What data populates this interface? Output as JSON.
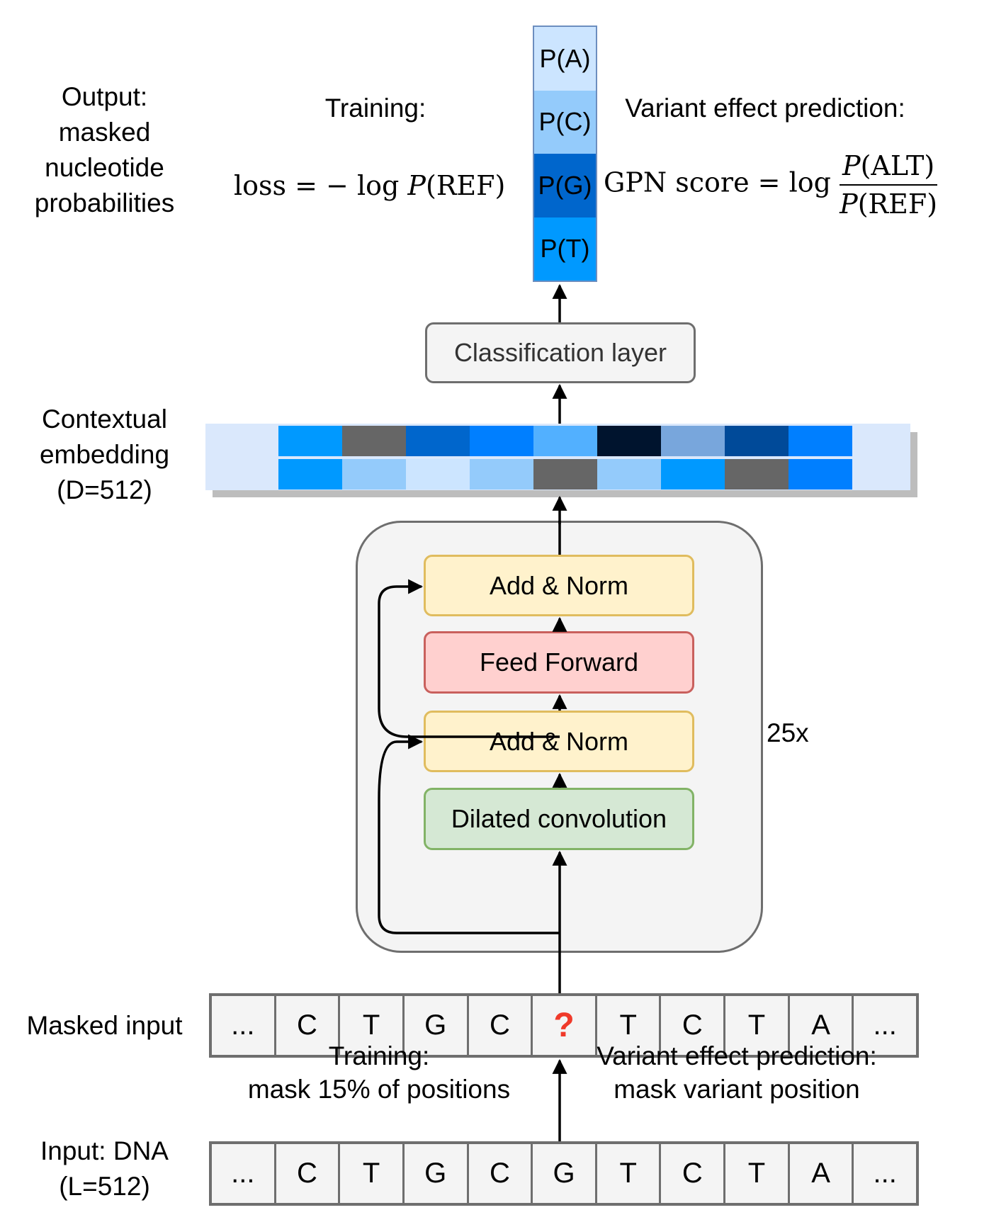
{
  "output_label": [
    "Output:",
    "masked",
    "nucleotide",
    "probabilities"
  ],
  "output_column": {
    "cells": [
      {
        "label": "P(A)",
        "color": "#cce5ff"
      },
      {
        "label": "P(C)",
        "color": "#94cbfb"
      },
      {
        "label": "P(G)",
        "color": "#0066cc"
      },
      {
        "label": "P(T)",
        "color": "#0099ff"
      }
    ]
  },
  "training_top": {
    "title": "Training:",
    "formula_lhs": "loss",
    "formula_rhs_log": "log",
    "formula_rhs_p": "P",
    "formula_rhs_arg": "(REF)"
  },
  "vep_top": {
    "title": "Variant effect prediction:",
    "formula_lhs": "GPN score",
    "formula_log": "log",
    "numerator_p": "P",
    "numerator_arg": "(ALT)",
    "denominator_p": "P",
    "denominator_arg": "(REF)"
  },
  "classification_layer": "Classification layer",
  "embedding_label": [
    "Contextual",
    "embedding",
    "(D=512)"
  ],
  "embedding": {
    "row1": [
      "#0099ff",
      "#666666",
      "#0066cc",
      "#007fff",
      "#52b0ff",
      "#00142e",
      "#78a6dc",
      "#004a99",
      "#007fff"
    ],
    "row2": [
      "#0099ff",
      "#94cbfb",
      "#cce5ff",
      "#94cbfb",
      "#666666",
      "#94cbfb",
      "#0099ff",
      "#666666",
      "#007fff"
    ]
  },
  "block": {
    "add_norm_top": "Add & Norm",
    "feed_forward": "Feed Forward",
    "add_norm_bottom": "Add & Norm",
    "dilated_conv": "Dilated convolution",
    "repeat": "25x"
  },
  "masked_input_label": "Masked input",
  "masked_input": [
    "...",
    "C",
    "T",
    "G",
    "C",
    "?",
    "T",
    "C",
    "T",
    "A",
    "..."
  ],
  "mask_color": "#f03a2a",
  "training_bottom": [
    "Training:",
    "mask 15% of positions"
  ],
  "vep_bottom": [
    "Variant effect prediction:",
    "mask variant position"
  ],
  "input_label": [
    "Input: DNA",
    "(L=512)"
  ],
  "input_dna": [
    "...",
    "C",
    "T",
    "G",
    "C",
    "G",
    "T",
    "C",
    "T",
    "A",
    "..."
  ]
}
